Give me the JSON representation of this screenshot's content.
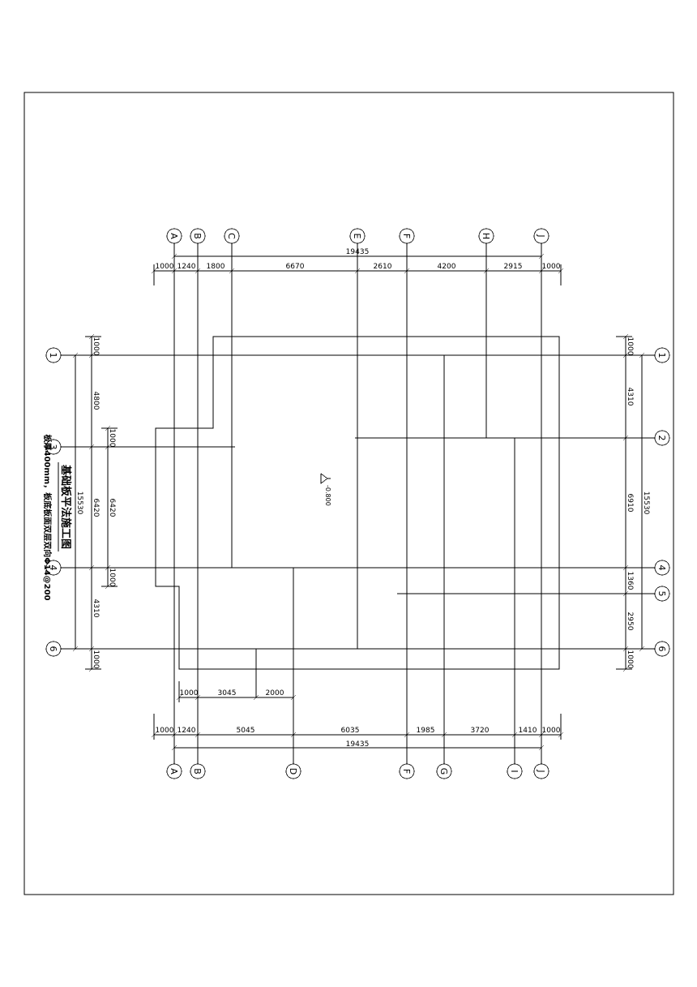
{
  "title": "基础板平法施工图",
  "note": "板厚400mm，板底板面双层双向Φ14@200",
  "elevation": "-0.800",
  "axes": {
    "top": [
      "A",
      "B",
      "C",
      "E",
      "F",
      "H",
      "J"
    ],
    "bottom": [
      "A",
      "B",
      "D",
      "F",
      "G",
      "I",
      "J"
    ],
    "left": [
      "1",
      "3",
      "4",
      "6"
    ],
    "right": [
      "1",
      "2",
      "4",
      "5",
      "6"
    ]
  },
  "dims": {
    "top_total": "19435",
    "top": [
      "1000",
      "1240",
      "1800",
      "6670",
      "2610",
      "4200",
      "2915",
      "1000"
    ],
    "bottom_inner": [
      "1000",
      "3045",
      "2000"
    ],
    "bottom": [
      "1000",
      "1240",
      "5045",
      "6035",
      "1985",
      "3720",
      "1410",
      "1000"
    ],
    "bottom_total": "19435",
    "left_outer": [
      "15530"
    ],
    "left_mid": [
      "1000",
      "4800",
      "6420",
      "4310",
      "1000"
    ],
    "left_inner": [
      "1000",
      "6420",
      "1000"
    ],
    "right_outer": [
      "15530"
    ],
    "right_mid": [
      "1000",
      "4310",
      "6910",
      "1360",
      "2950",
      "1000"
    ]
  },
  "colors": {
    "line": "#000000",
    "paper": "#ffffff"
  }
}
